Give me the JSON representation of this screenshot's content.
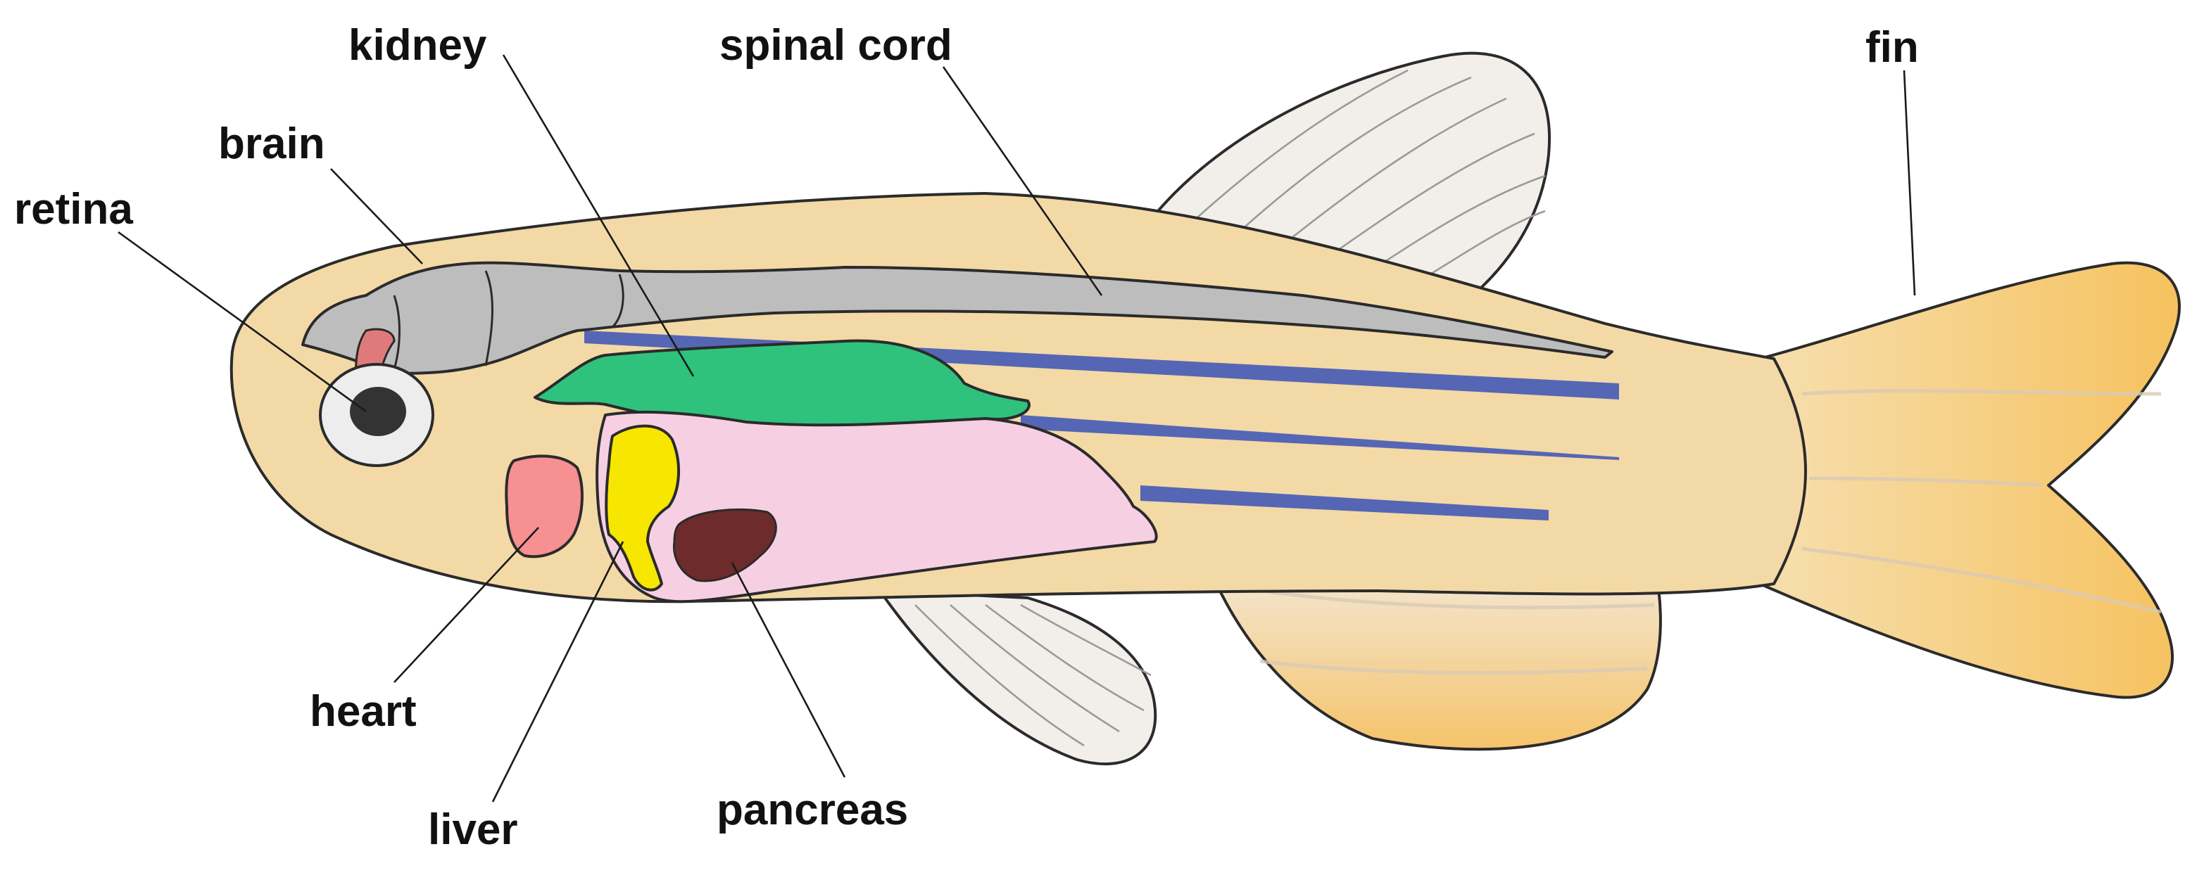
{
  "diagram": {
    "labels": {
      "kidney": "kidney",
      "spinal_cord": "spinal cord",
      "fin": "fin",
      "brain": "brain",
      "retina": "retina",
      "heart": "heart",
      "liver": "liver",
      "pancreas": "pancreas"
    },
    "colors": {
      "body": "#f3d9a6",
      "tail": "#f5c56d",
      "fin": "#f2efeb",
      "brain_spinal_cord": "#bdbdbd",
      "kidney": "#2fc27d",
      "gut": "#f7cfe3",
      "liver": "#f7e600",
      "heart": "#f79090",
      "pancreas": "#6e2b2b",
      "stripes": "#5566b5",
      "eye": "#ededed",
      "pupil": "#333333",
      "optic_nerve": "#e07a7a"
    }
  }
}
